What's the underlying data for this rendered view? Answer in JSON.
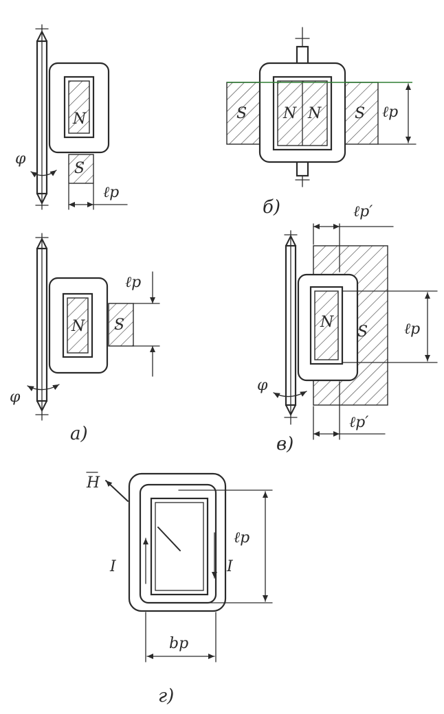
{
  "colors": {
    "ink": "#2a2a2a",
    "hatch": "#3a3a3a",
    "accent_line": "#2e7d32",
    "background": "#ffffff"
  },
  "labels": {
    "north": "N",
    "south": "S",
    "phi": "φ",
    "lp": "ℓp",
    "lp_prime": "ℓp′",
    "bp": "bp",
    "current": "I",
    "field": "H"
  },
  "captions": {
    "a": "а)",
    "b": "б)",
    "v": "в)",
    "g": "г)"
  }
}
